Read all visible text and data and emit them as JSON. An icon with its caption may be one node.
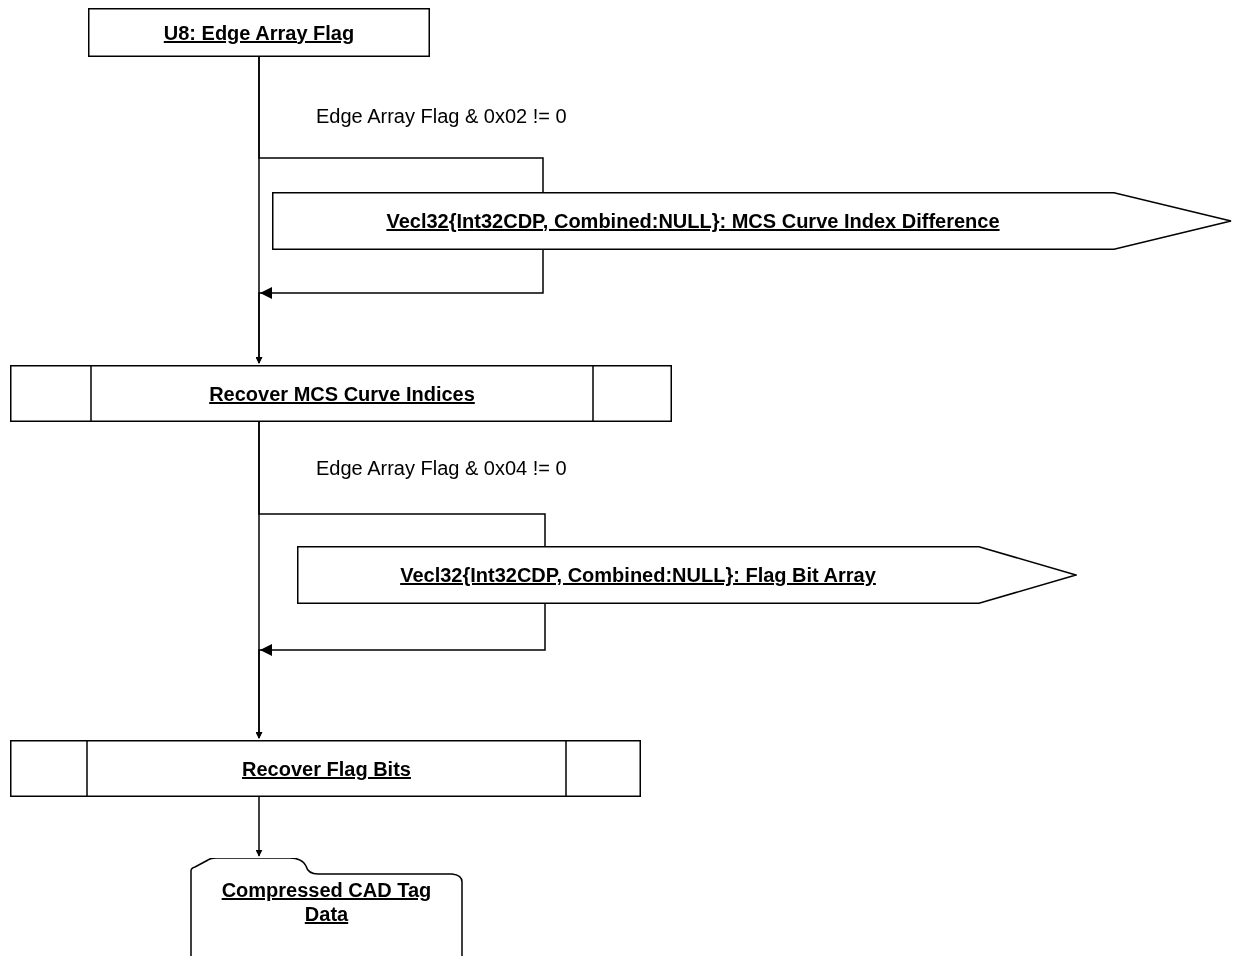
{
  "diagram": {
    "nodes": [
      {
        "text": [
          "U8: Edge Array Flag"
        ]
      },
      {
        "text": [
          "Vecl32{Int32CDP, Combined:NULL}: MCS Curve Index Difference"
        ]
      },
      {
        "text": [
          "Recover MCS Curve Indices"
        ]
      },
      {
        "text": [
          "Vecl32{Int32CDP, Combined:NULL}: Flag Bit Array"
        ]
      },
      {
        "text": [
          "Recover Flag Bits"
        ]
      },
      {
        "text": [
          "Compressed CAD Tag Data"
        ]
      }
    ],
    "edges": [
      {
        "from": 0,
        "to": 2,
        "arrow": "to"
      },
      {
        "from": 0,
        "to": 1,
        "arrow": "none",
        "label": "Edge Array Flag & 0x02 != 0"
      },
      {
        "from": 1,
        "to": 2,
        "arrow": "to"
      },
      {
        "from": 2,
        "to": 4,
        "arrow": "to"
      },
      {
        "from": 2,
        "to": 3,
        "arrow": "none",
        "label": "Edge Array Flag & 0x04 != 0"
      },
      {
        "from": 3,
        "to": 4,
        "arrow": "to"
      },
      {
        "from": 4,
        "to": 5,
        "arrow": "to"
      }
    ]
  }
}
